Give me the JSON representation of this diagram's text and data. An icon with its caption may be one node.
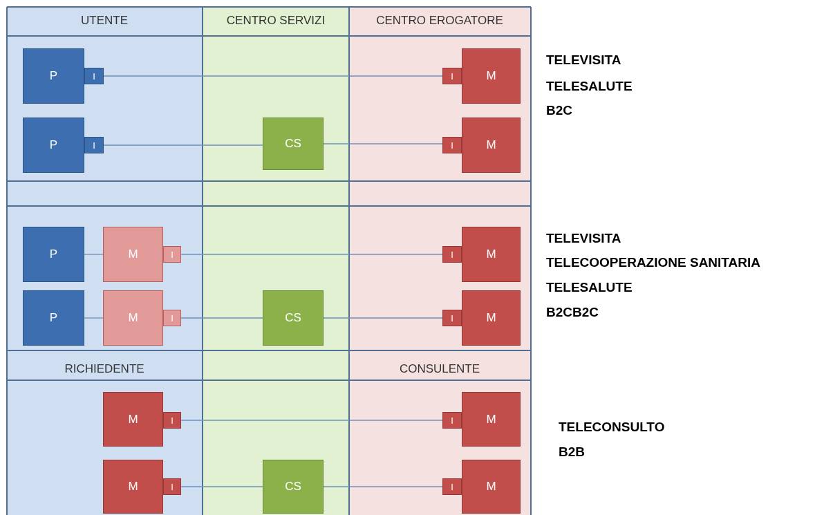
{
  "diagram": {
    "nodes": [
      {
        "text": [
          "P"
        ]
      },
      {
        "text": [
          "I"
        ]
      },
      {
        "text": [
          "I"
        ]
      },
      {
        "text": [
          "M"
        ]
      },
      {
        "text": [
          "P"
        ]
      },
      {
        "text": [
          "I"
        ]
      },
      {
        "text": [
          "CS"
        ]
      },
      {
        "text": [
          "I"
        ]
      },
      {
        "text": [
          "M"
        ]
      },
      {
        "text": [
          "P"
        ]
      },
      {
        "text": [
          "M"
        ]
      },
      {
        "text": [
          "I"
        ]
      },
      {
        "text": [
          "I"
        ]
      },
      {
        "text": [
          "M"
        ]
      },
      {
        "text": [
          "P"
        ]
      },
      {
        "text": [
          "M"
        ]
      },
      {
        "text": [
          "I"
        ]
      },
      {
        "text": [
          "CS"
        ]
      },
      {
        "text": [
          "I"
        ]
      },
      {
        "text": [
          "M"
        ]
      },
      {
        "text": [
          "M"
        ]
      },
      {
        "text": [
          "I"
        ]
      },
      {
        "text": [
          "I"
        ]
      },
      {
        "text": [
          "M"
        ]
      },
      {
        "text": [
          "M"
        ]
      },
      {
        "text": [
          "I"
        ]
      },
      {
        "text": [
          "CS"
        ]
      },
      {
        "text": [
          "I"
        ]
      },
      {
        "text": [
          "M"
        ]
      }
    ],
    "edges": [
      {
        "from": 1,
        "to": 2,
        "arrow": "none"
      },
      {
        "from": 5,
        "to": 6,
        "arrow": "none"
      },
      {
        "from": 6,
        "to": 7,
        "arrow": "none"
      },
      {
        "from": 9,
        "to": 10,
        "arrow": "none"
      },
      {
        "from": 11,
        "to": 12,
        "arrow": "none"
      },
      {
        "from": 14,
        "to": 15,
        "arrow": "none"
      },
      {
        "from": 16,
        "to": 17,
        "arrow": "none"
      },
      {
        "from": 17,
        "to": 18,
        "arrow": "none"
      },
      {
        "from": 21,
        "to": 22,
        "arrow": "none"
      },
      {
        "from": 25,
        "to": 26,
        "arrow": "none"
      },
      {
        "from": 26,
        "to": 27,
        "arrow": "none"
      }
    ],
    "labels": [
      "UTENTE",
      "CENTRO SERVIZI",
      "CENTRO EROGATORE",
      "TELEVISITA",
      "TELESALUTE",
      "B2C",
      "TELEVISITA",
      "TELECOOPERAZIONE SANITARIA",
      "TELESALUTE",
      "B2CB2C",
      "RICHIEDENTE",
      "CONSULENTE",
      "TELECONSULTO",
      "B2B"
    ]
  }
}
